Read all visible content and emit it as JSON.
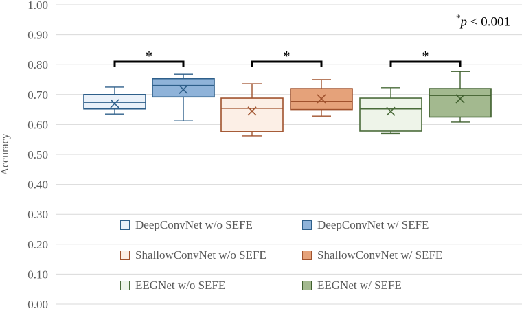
{
  "chart_data": {
    "type": "box",
    "ylabel": "Accuracy",
    "ylim": [
      0.0,
      1.0
    ],
    "yticks": [
      "0.00",
      "0.10",
      "0.20",
      "0.30",
      "0.40",
      "0.50",
      "0.60",
      "0.70",
      "0.80",
      "0.90",
      "1.00"
    ],
    "grid": true,
    "annotation": {
      "star": "*",
      "p": "p",
      "rest": " < 0.001"
    },
    "significance": [
      "*",
      "*",
      "*"
    ],
    "series": [
      {
        "name": "DeepConvNet w/o SEFE",
        "min": 0.635,
        "q1": 0.652,
        "median": 0.674,
        "q3": 0.7,
        "max": 0.725,
        "mean": 0.67,
        "fill": "#eaf1f9",
        "stroke": "#2e5f8a"
      },
      {
        "name": "DeepConvNet w/ SEFE",
        "min": 0.612,
        "q1": 0.692,
        "median": 0.73,
        "q3": 0.753,
        "max": 0.768,
        "mean": 0.717,
        "fill": "#8fb3d9",
        "stroke": "#2e5f8a"
      },
      {
        "name": "ShallowConvNet w/o SEFE",
        "min": 0.562,
        "q1": 0.576,
        "median": 0.654,
        "q3": 0.688,
        "max": 0.736,
        "mean": 0.645,
        "fill": "#fcefe6",
        "stroke": "#a0522d"
      },
      {
        "name": "ShallowConvNet w/ SEFE",
        "min": 0.628,
        "q1": 0.65,
        "median": 0.677,
        "q3": 0.72,
        "max": 0.75,
        "mean": 0.686,
        "fill": "#e5a27a",
        "stroke": "#a0522d"
      },
      {
        "name": "EEGNet w/o SEFE",
        "min": 0.57,
        "q1": 0.578,
        "median": 0.652,
        "q3": 0.688,
        "max": 0.723,
        "mean": 0.644,
        "fill": "#eef4e9",
        "stroke": "#4a6b3a"
      },
      {
        "name": "EEGNet w/ SEFE",
        "min": 0.608,
        "q1": 0.625,
        "median": 0.697,
        "q3": 0.72,
        "max": 0.777,
        "mean": 0.686,
        "fill": "#a3b98f",
        "stroke": "#3f5f2d"
      }
    ]
  }
}
